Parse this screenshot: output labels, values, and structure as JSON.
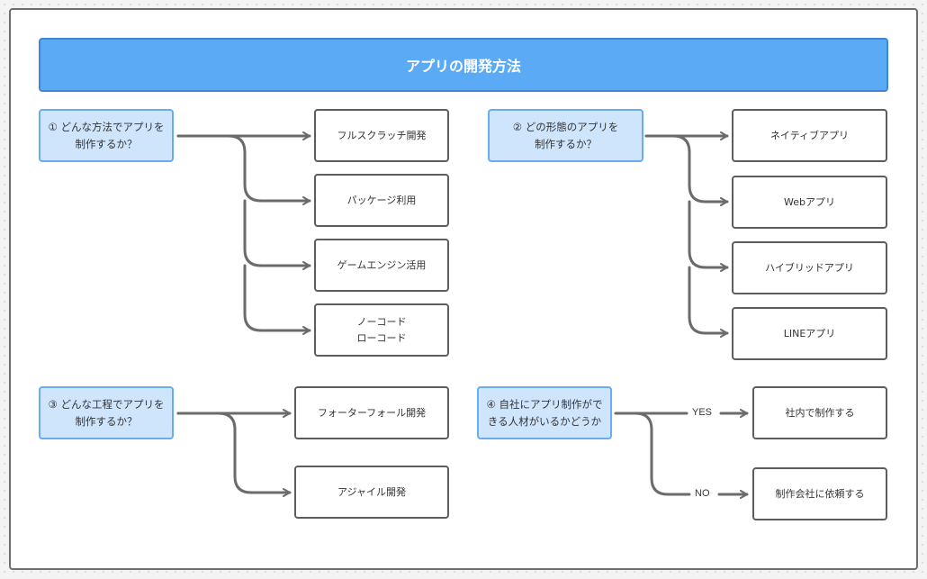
{
  "title": "アプリの開発方法",
  "groups": [
    {
      "question": "① どんな方法でアプリを\n制作するか？",
      "options": [
        "フルスクラッチ開発",
        "パッケージ利用",
        "ゲームエンジン活用",
        "ノーコード\nローコード"
      ]
    },
    {
      "question": "② どの形態のアプリを\n制作するか？",
      "options": [
        "ネイティブアプリ",
        "Webアプリ",
        "ハイブリッドアプリ",
        "LINEアプリ"
      ]
    },
    {
      "question": "③ どんな工程でアプリを\n制作するか？",
      "options": [
        "フォーターフォール開発",
        "アジャイル開発"
      ]
    },
    {
      "question": "④ 自社にアプリ制作がで\nきる人材がいるかどうか",
      "options": [
        "社内で制作する",
        "制作会社に依頼する"
      ],
      "branch_labels": [
        "YES",
        "NO"
      ]
    }
  ]
}
